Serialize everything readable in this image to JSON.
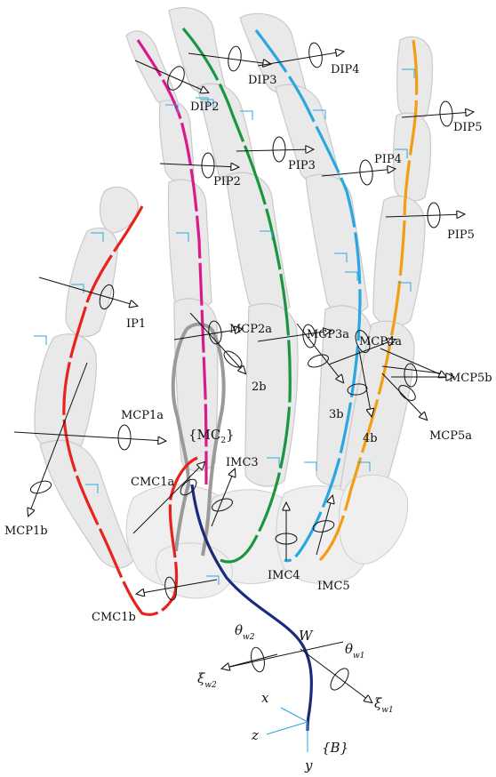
{
  "labels": {
    "dip2": "DIP2",
    "dip3": "DIP3",
    "dip4": "DIP4",
    "dip5": "DIP5",
    "pip2": "PIP2",
    "pip3": "PIP3",
    "pip4": "PIP4",
    "pip5": "PIP5",
    "ip1": "IP1",
    "mcp2a": "MCP2a",
    "mcp3a": "MCP3a",
    "mcp4a": "MCP4a",
    "mcp5b": "MCP5b",
    "mcp5a": "MCP5a",
    "mcp1a": "MCP1a",
    "mcp1b": "MCP1b",
    "cmc1a": "CMC1a",
    "cmc1b": "CMC1b",
    "imc3": "IMC3",
    "imc4": "IMC4",
    "imc5": "IMC5",
    "b2": "2b",
    "b3": "3b",
    "b4": "4b",
    "mc2": "{MC",
    "mc2_sub": "2",
    "mc2_close": "}",
    "W": "W",
    "theta": "θ",
    "w2": "w2",
    "w1": "w1",
    "xi": "ξ",
    "x": "x",
    "y": "y",
    "z": "z",
    "B": "{B}"
  },
  "colors": {
    "thumb": "#e8231e",
    "index": "#d81b8a",
    "middle": "#1a9640",
    "ring": "#2aa7df",
    "little": "#f29d12",
    "wrist": "#1b2a7a",
    "mc2_outline": "#999999",
    "frame_axes": "#2aa7df"
  }
}
